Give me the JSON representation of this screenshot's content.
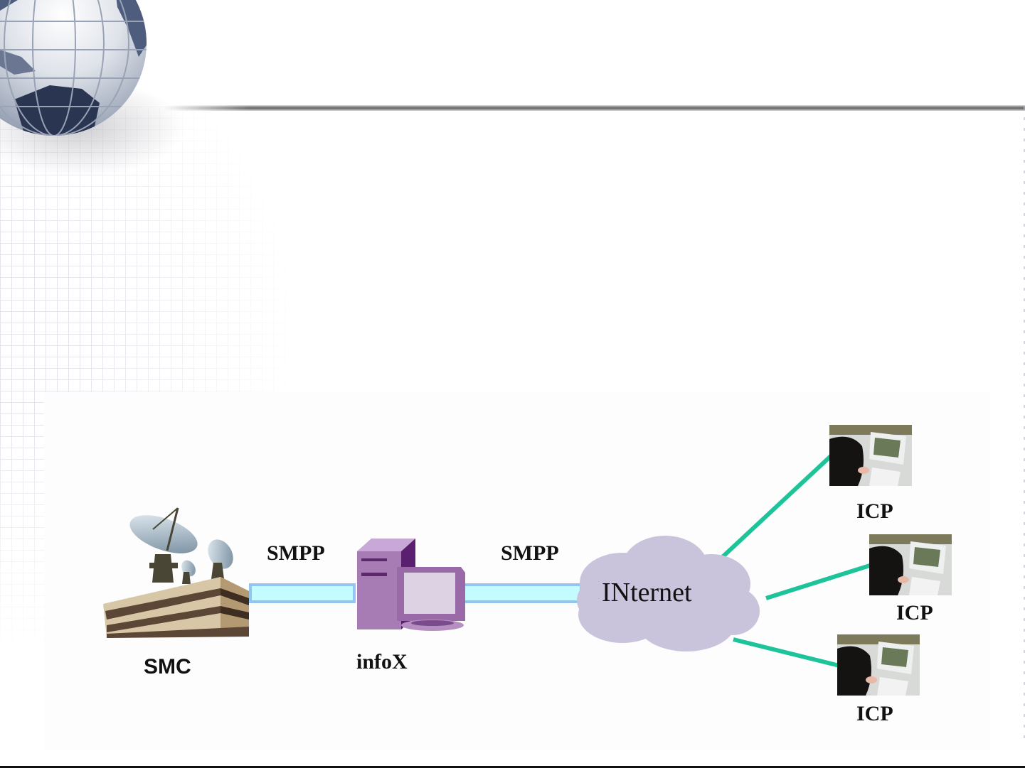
{
  "slide": {
    "decor": {
      "globe": "globe-icon",
      "header_rule": "horizontal-rule",
      "footer_rule": "horizontal-rule"
    },
    "colors": {
      "pipe_fill": "#c4fbff",
      "pipe_border": "#93c5f0",
      "cloud": "#c9c4dc",
      "link_line": "#1dc49a",
      "server": "#9a6aa8",
      "text": "#111111"
    }
  },
  "diagram": {
    "nodes": {
      "smc": {
        "label": "SMC",
        "icon": "satellite-station-icon"
      },
      "infox": {
        "label": "infoX",
        "icon": "server-computer-icon"
      },
      "internet": {
        "label": "INternet",
        "icon": "cloud-icon"
      },
      "icp": [
        {
          "label": "ICP",
          "icon": "user-at-computer-icon"
        },
        {
          "label": "ICP",
          "icon": "user-at-computer-icon"
        },
        {
          "label": "ICP",
          "icon": "user-at-computer-icon"
        }
      ]
    },
    "links": [
      {
        "from": "SMC",
        "to": "infoX",
        "label": "SMPP"
      },
      {
        "from": "infoX",
        "to": "INternet",
        "label": "SMPP"
      },
      {
        "from": "INternet",
        "to": "ICP 1",
        "label": ""
      },
      {
        "from": "INternet",
        "to": "ICP 2",
        "label": ""
      },
      {
        "from": "INternet",
        "to": "ICP 3",
        "label": ""
      }
    ]
  }
}
